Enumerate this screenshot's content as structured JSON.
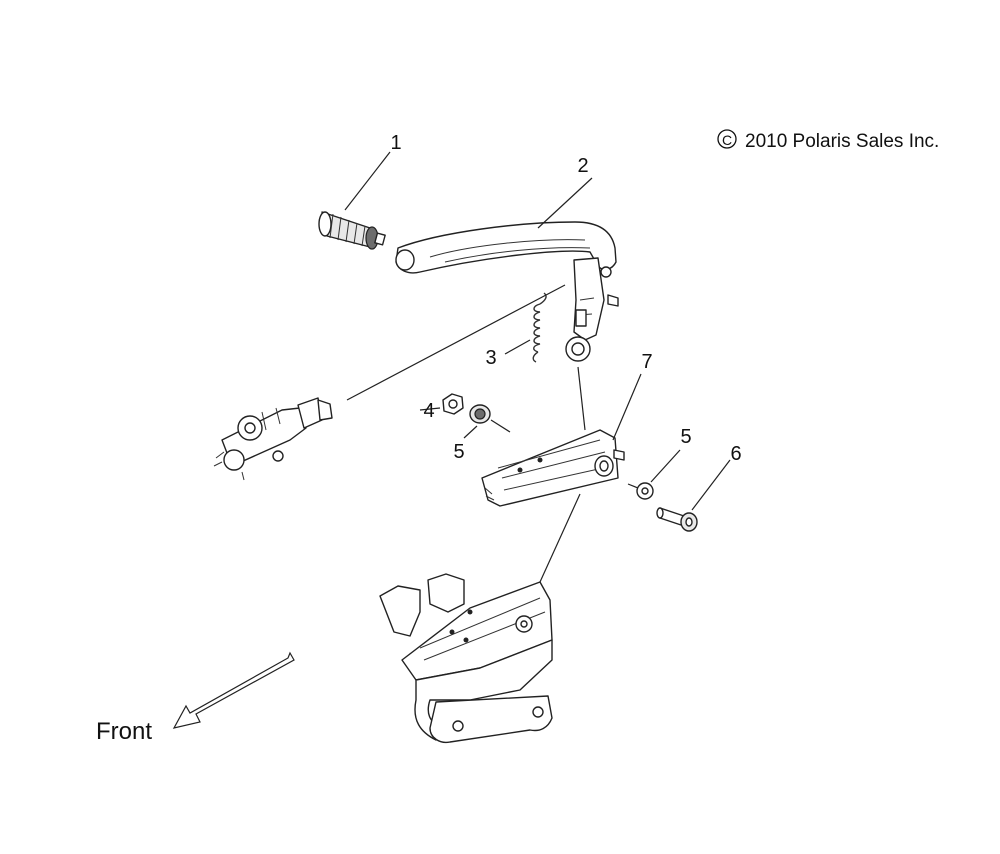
{
  "copyright": "2010 Polaris Sales Inc.",
  "copyright_symbol": "C",
  "front_label": "Front",
  "callouts": [
    {
      "id": "callout-1",
      "label": "1"
    },
    {
      "id": "callout-2",
      "label": "2"
    },
    {
      "id": "callout-3",
      "label": "3"
    },
    {
      "id": "callout-4",
      "label": "4"
    },
    {
      "id": "callout-5a",
      "label": "5"
    },
    {
      "id": "callout-5b",
      "label": "5"
    },
    {
      "id": "callout-6",
      "label": "6"
    },
    {
      "id": "callout-7",
      "label": "7"
    }
  ]
}
